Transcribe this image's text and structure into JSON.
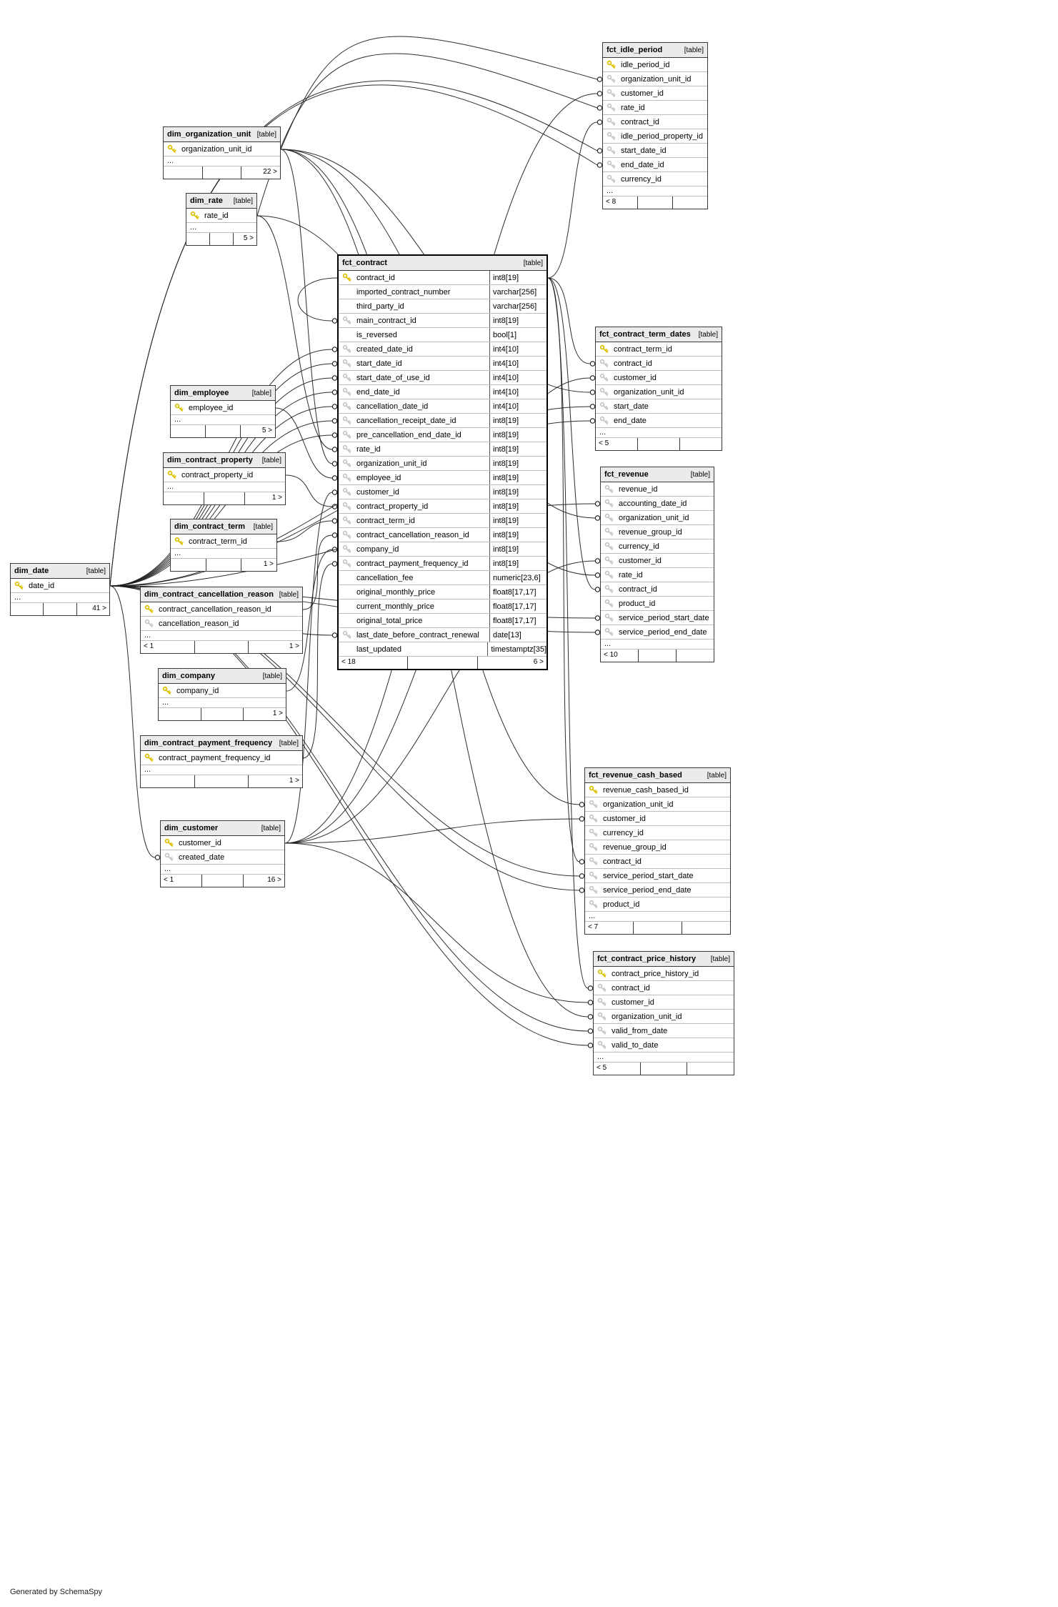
{
  "page": {
    "footer_note": "Generated by SchemaSpy"
  },
  "tables": [
    {
      "name": "fct_idle_period",
      "tag": "[table]",
      "emphasis": false,
      "columns": [
        {
          "icon": "pk",
          "name": "idle_period_id"
        },
        {
          "icon": "fk",
          "name": "organization_unit_id"
        },
        {
          "icon": "fk",
          "name": "customer_id"
        },
        {
          "icon": "fk",
          "name": "rate_id"
        },
        {
          "icon": "fk",
          "name": "contract_id"
        },
        {
          "icon": "fk",
          "name": "idle_period_property_id"
        },
        {
          "icon": "fk",
          "name": "start_date_id"
        },
        {
          "icon": "fk",
          "name": "end_date_id"
        },
        {
          "icon": "fk",
          "name": "currency_id"
        },
        {
          "ellipsis": true
        }
      ],
      "footer": {
        "left": "< 8",
        "mid": "",
        "right": ""
      }
    },
    {
      "name": "dim_organization_unit",
      "tag": "[table]",
      "emphasis": false,
      "columns": [
        {
          "icon": "pk",
          "name": "organization_unit_id"
        },
        {
          "ellipsis": true
        }
      ],
      "footer": {
        "left": "",
        "mid": "",
        "right": "22 >"
      }
    },
    {
      "name": "dim_rate",
      "tag": "[table]",
      "emphasis": false,
      "columns": [
        {
          "icon": "pk",
          "name": "rate_id"
        },
        {
          "ellipsis": true
        }
      ],
      "footer": {
        "left": "",
        "mid": "",
        "right": "5 >"
      }
    },
    {
      "name": "fct_contract",
      "tag": "[table]",
      "emphasis": true,
      "columns": [
        {
          "icon": "pk",
          "name": "contract_id",
          "type": "int8[19]"
        },
        {
          "icon": null,
          "name": "imported_contract_number",
          "type": "varchar[256]"
        },
        {
          "icon": null,
          "name": "third_party_id",
          "type": "varchar[256]"
        },
        {
          "icon": "fk",
          "name": "main_contract_id",
          "type": "int8[19]"
        },
        {
          "icon": null,
          "name": "is_reversed",
          "type": "bool[1]"
        },
        {
          "icon": "fk",
          "name": "created_date_id",
          "type": "int4[10]"
        },
        {
          "icon": "fk",
          "name": "start_date_id",
          "type": "int4[10]"
        },
        {
          "icon": "fk",
          "name": "start_date_of_use_id",
          "type": "int4[10]"
        },
        {
          "icon": "fk",
          "name": "end_date_id",
          "type": "int4[10]"
        },
        {
          "icon": "fk",
          "name": "cancellation_date_id",
          "type": "int4[10]"
        },
        {
          "icon": "fk",
          "name": "cancellation_receipt_date_id",
          "type": "int8[19]"
        },
        {
          "icon": "fk",
          "name": "pre_cancellation_end_date_id",
          "type": "int8[19]"
        },
        {
          "icon": "fk",
          "name": "rate_id",
          "type": "int8[19]"
        },
        {
          "icon": "fk",
          "name": "organization_unit_id",
          "type": "int8[19]"
        },
        {
          "icon": "fk",
          "name": "employee_id",
          "type": "int8[19]"
        },
        {
          "icon": "fk",
          "name": "customer_id",
          "type": "int8[19]"
        },
        {
          "icon": "fk",
          "name": "contract_property_id",
          "type": "int8[19]"
        },
        {
          "icon": "fk",
          "name": "contract_term_id",
          "type": "int8[19]"
        },
        {
          "icon": "fk",
          "name": "contract_cancellation_reason_id",
          "type": "int8[19]"
        },
        {
          "icon": "fk",
          "name": "company_id",
          "type": "int8[19]"
        },
        {
          "icon": "fk",
          "name": "contract_payment_frequency_id",
          "type": "int8[19]"
        },
        {
          "icon": null,
          "name": "cancellation_fee",
          "type": "numeric[23,6]"
        },
        {
          "icon": null,
          "name": "original_monthly_price",
          "type": "float8[17,17]"
        },
        {
          "icon": null,
          "name": "current_monthly_price",
          "type": "float8[17,17]"
        },
        {
          "icon": null,
          "name": "original_total_price",
          "type": "float8[17,17]"
        },
        {
          "icon": "fk",
          "name": "last_date_before_contract_renewal",
          "type": "date[13]"
        },
        {
          "icon": null,
          "name": "last_updated",
          "type": "timestamptz[35]"
        }
      ],
      "footer": {
        "left": "< 18",
        "mid": "",
        "right": "6 >"
      }
    },
    {
      "name": "fct_contract_term_dates",
      "tag": "[table]",
      "emphasis": false,
      "columns": [
        {
          "icon": "pk",
          "name": "contract_term_id"
        },
        {
          "icon": "fk",
          "name": "contract_id"
        },
        {
          "icon": "fk",
          "name": "customer_id"
        },
        {
          "icon": "fk",
          "name": "organization_unit_id"
        },
        {
          "icon": "fk",
          "name": "start_date"
        },
        {
          "icon": "fk",
          "name": "end_date"
        },
        {
          "ellipsis": true
        }
      ],
      "footer": {
        "left": "< 5",
        "mid": "",
        "right": ""
      }
    },
    {
      "name": "dim_employee",
      "tag": "[table]",
      "emphasis": false,
      "columns": [
        {
          "icon": "pk",
          "name": "employee_id"
        },
        {
          "ellipsis": true
        }
      ],
      "footer": {
        "left": "",
        "mid": "",
        "right": "5 >"
      }
    },
    {
      "name": "dim_contract_property",
      "tag": "[table]",
      "emphasis": false,
      "columns": [
        {
          "icon": "pk",
          "name": "contract_property_id"
        },
        {
          "ellipsis": true
        }
      ],
      "footer": {
        "left": "",
        "mid": "",
        "right": "1 >"
      }
    },
    {
      "name": "fct_revenue",
      "tag": "[table]",
      "emphasis": false,
      "columns": [
        {
          "icon": "fk",
          "name": "revenue_id"
        },
        {
          "icon": "fk",
          "name": "accounting_date_id"
        },
        {
          "icon": "fk",
          "name": "organization_unit_id"
        },
        {
          "icon": "fk",
          "name": "revenue_group_id"
        },
        {
          "icon": "fk",
          "name": "currency_id"
        },
        {
          "icon": "fk",
          "name": "customer_id"
        },
        {
          "icon": "fk",
          "name": "rate_id"
        },
        {
          "icon": "fk",
          "name": "contract_id"
        },
        {
          "icon": "fk",
          "name": "product_id"
        },
        {
          "icon": "fk",
          "name": "service_period_start_date"
        },
        {
          "icon": "fk",
          "name": "service_period_end_date"
        },
        {
          "ellipsis": true
        }
      ],
      "footer": {
        "left": "< 10",
        "mid": "",
        "right": ""
      }
    },
    {
      "name": "dim_contract_term",
      "tag": "[table]",
      "emphasis": false,
      "columns": [
        {
          "icon": "pk",
          "name": "contract_term_id"
        },
        {
          "ellipsis": true
        }
      ],
      "footer": {
        "left": "",
        "mid": "",
        "right": "1 >"
      }
    },
    {
      "name": "dim_date",
      "tag": "[table]",
      "emphasis": false,
      "columns": [
        {
          "icon": "pk",
          "name": "date_id"
        },
        {
          "ellipsis": true
        }
      ],
      "footer": {
        "left": "",
        "mid": "",
        "right": "41 >"
      }
    },
    {
      "name": "dim_contract_cancellation_reason",
      "tag": "[table]",
      "emphasis": false,
      "columns": [
        {
          "icon": "pk",
          "name": "contract_cancellation_reason_id"
        },
        {
          "icon": "fk",
          "name": "cancellation_reason_id"
        },
        {
          "ellipsis": true
        }
      ],
      "footer": {
        "left": "< 1",
        "mid": "",
        "right": "1 >"
      }
    },
    {
      "name": "dim_company",
      "tag": "[table]",
      "emphasis": false,
      "columns": [
        {
          "icon": "pk",
          "name": "company_id"
        },
        {
          "ellipsis": true
        }
      ],
      "footer": {
        "left": "",
        "mid": "",
        "right": "1 >"
      }
    },
    {
      "name": "dim_contract_payment_frequency",
      "tag": "[table]",
      "emphasis": false,
      "columns": [
        {
          "icon": "pk",
          "name": "contract_payment_frequency_id"
        },
        {
          "ellipsis": true
        }
      ],
      "footer": {
        "left": "",
        "mid": "",
        "right": "1 >"
      }
    },
    {
      "name": "dim_customer",
      "tag": "[table]",
      "emphasis": false,
      "columns": [
        {
          "icon": "pk",
          "name": "customer_id"
        },
        {
          "icon": "fk",
          "name": "created_date"
        },
        {
          "ellipsis": true
        }
      ],
      "footer": {
        "left": "< 1",
        "mid": "",
        "right": "16 >"
      }
    },
    {
      "name": "fct_revenue_cash_based",
      "tag": "[table]",
      "emphasis": false,
      "columns": [
        {
          "icon": "pk",
          "name": "revenue_cash_based_id"
        },
        {
          "icon": "fk",
          "name": "organization_unit_id"
        },
        {
          "icon": "fk",
          "name": "customer_id"
        },
        {
          "icon": "fk",
          "name": "currency_id"
        },
        {
          "icon": "fk",
          "name": "revenue_group_id"
        },
        {
          "icon": "fk",
          "name": "contract_id"
        },
        {
          "icon": "fk",
          "name": "service_period_start_date"
        },
        {
          "icon": "fk",
          "name": "service_period_end_date"
        },
        {
          "icon": "fk",
          "name": "product_id"
        },
        {
          "ellipsis": true
        }
      ],
      "footer": {
        "left": "< 7",
        "mid": "",
        "right": ""
      }
    },
    {
      "name": "fct_contract_price_history",
      "tag": "[table]",
      "emphasis": false,
      "columns": [
        {
          "icon": "pk",
          "name": "contract_price_history_id"
        },
        {
          "icon": "fk",
          "name": "contract_id"
        },
        {
          "icon": "fk",
          "name": "customer_id"
        },
        {
          "icon": "fk",
          "name": "organization_unit_id"
        },
        {
          "icon": "fk",
          "name": "valid_from_date"
        },
        {
          "icon": "fk",
          "name": "valid_to_date"
        },
        {
          "ellipsis": true
        }
      ],
      "footer": {
        "left": "< 5",
        "mid": "",
        "right": ""
      }
    }
  ],
  "relationships": [
    {
      "from": "dim_organization_unit.organization_unit_id",
      "to": "fct_idle_period.organization_unit_id"
    },
    {
      "from": "dim_organization_unit.organization_unit_id",
      "to": "fct_contract.organization_unit_id"
    },
    {
      "from": "dim_organization_unit.organization_unit_id",
      "to": "fct_contract_term_dates.organization_unit_id"
    },
    {
      "from": "dim_organization_unit.organization_unit_id",
      "to": "fct_revenue.organization_unit_id"
    },
    {
      "from": "dim_organization_unit.organization_unit_id",
      "to": "fct_revenue_cash_based.organization_unit_id"
    },
    {
      "from": "dim_organization_unit.organization_unit_id",
      "to": "fct_contract_price_history.organization_unit_id"
    },
    {
      "from": "dim_rate.rate_id",
      "to": "fct_idle_period.rate_id"
    },
    {
      "from": "dim_rate.rate_id",
      "to": "fct_contract.rate_id"
    },
    {
      "from": "dim_rate.rate_id",
      "to": "fct_revenue.rate_id"
    },
    {
      "from": "dim_employee.employee_id",
      "to": "fct_contract.employee_id"
    },
    {
      "from": "dim_contract_property.contract_property_id",
      "to": "fct_contract.contract_property_id"
    },
    {
      "from": "dim_contract_term.contract_term_id",
      "to": "fct_contract.contract_term_id"
    },
    {
      "from": "dim_contract_cancellation_reason.contract_cancellation_reason_id",
      "to": "fct_contract.contract_cancellation_reason_id"
    },
    {
      "from": "dim_company.company_id",
      "to": "fct_contract.company_id"
    },
    {
      "from": "dim_contract_payment_frequency.contract_payment_frequency_id",
      "to": "fct_contract.contract_payment_frequency_id"
    },
    {
      "from": "dim_customer.customer_id",
      "to": "fct_contract.customer_id"
    },
    {
      "from": "dim_customer.customer_id",
      "to": "fct_idle_period.customer_id"
    },
    {
      "from": "dim_customer.customer_id",
      "to": "fct_contract_term_dates.customer_id"
    },
    {
      "from": "dim_customer.customer_id",
      "to": "fct_revenue.customer_id"
    },
    {
      "from": "dim_customer.customer_id",
      "to": "fct_revenue_cash_based.customer_id"
    },
    {
      "from": "dim_customer.customer_id",
      "to": "fct_contract_price_history.customer_id"
    },
    {
      "from": "dim_date.date_id",
      "to": "fct_contract.created_date_id"
    },
    {
      "from": "dim_date.date_id",
      "to": "fct_contract.start_date_id"
    },
    {
      "from": "dim_date.date_id",
      "to": "fct_contract.start_date_of_use_id"
    },
    {
      "from": "dim_date.date_id",
      "to": "fct_contract.end_date_id"
    },
    {
      "from": "dim_date.date_id",
      "to": "fct_contract.cancellation_date_id"
    },
    {
      "from": "dim_date.date_id",
      "to": "fct_contract.cancellation_receipt_date_id"
    },
    {
      "from": "dim_date.date_id",
      "to": "fct_contract.pre_cancellation_end_date_id"
    },
    {
      "from": "dim_date.date_id",
      "to": "fct_contract.last_date_before_contract_renewal"
    },
    {
      "from": "dim_date.date_id",
      "to": "fct_idle_period.start_date_id"
    },
    {
      "from": "dim_date.date_id",
      "to": "fct_idle_period.end_date_id"
    },
    {
      "from": "dim_date.date_id",
      "to": "fct_contract_term_dates.start_date"
    },
    {
      "from": "dim_date.date_id",
      "to": "fct_contract_term_dates.end_date"
    },
    {
      "from": "dim_date.date_id",
      "to": "fct_revenue.accounting_date_id"
    },
    {
      "from": "dim_date.date_id",
      "to": "fct_revenue.service_period_start_date"
    },
    {
      "from": "dim_date.date_id",
      "to": "fct_revenue.service_period_end_date"
    },
    {
      "from": "dim_date.date_id",
      "to": "fct_revenue_cash_based.service_period_start_date"
    },
    {
      "from": "dim_date.date_id",
      "to": "fct_revenue_cash_based.service_period_end_date"
    },
    {
      "from": "dim_date.date_id",
      "to": "fct_contract_price_history.valid_from_date"
    },
    {
      "from": "dim_date.date_id",
      "to": "fct_contract_price_history.valid_to_date"
    },
    {
      "from": "dim_date.date_id",
      "to": "dim_customer.created_date"
    },
    {
      "from": "fct_contract.contract_id",
      "to": "fct_idle_period.contract_id"
    },
    {
      "from": "fct_contract.contract_id",
      "to": "fct_contract_term_dates.contract_id"
    },
    {
      "from": "fct_contract.contract_id",
      "to": "fct_revenue.contract_id"
    },
    {
      "from": "fct_contract.contract_id",
      "to": "fct_revenue_cash_based.contract_id"
    },
    {
      "from": "fct_contract.contract_id",
      "to": "fct_contract_price_history.contract_id"
    },
    {
      "from": "fct_contract.contract_id",
      "to": "fct_contract.main_contract_id"
    }
  ]
}
